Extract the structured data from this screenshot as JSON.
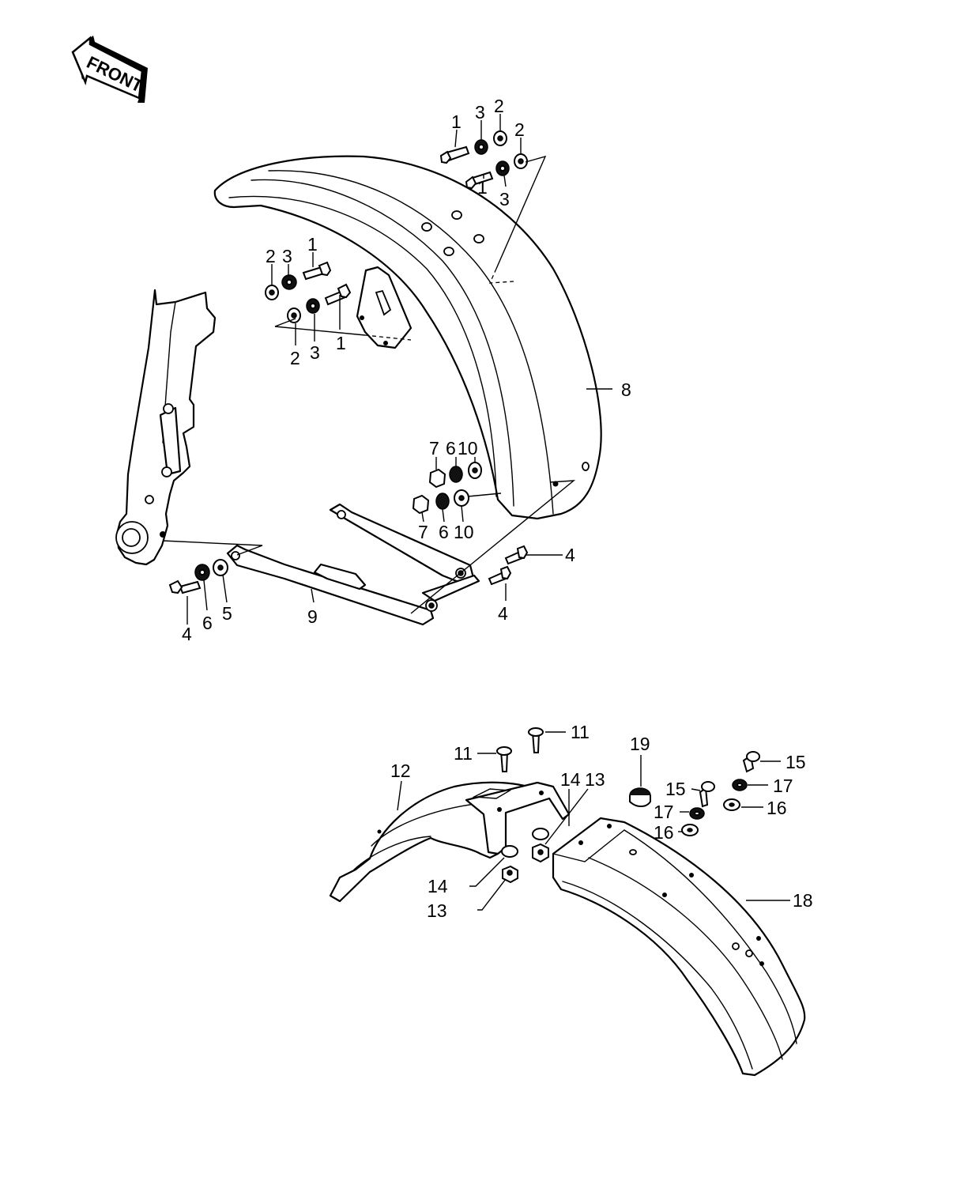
{
  "front_label": "FRONT",
  "callouts": [
    {
      "label": "1"
    },
    {
      "label": "3"
    },
    {
      "label": "2"
    },
    {
      "label": "2"
    },
    {
      "label": "1"
    },
    {
      "label": "3"
    },
    {
      "label": "2"
    },
    {
      "label": "3"
    },
    {
      "label": "1"
    },
    {
      "label": "2"
    },
    {
      "label": "3"
    },
    {
      "label": "1"
    },
    {
      "label": "8"
    },
    {
      "label": "7"
    },
    {
      "label": "6"
    },
    {
      "label": "10"
    },
    {
      "label": "7"
    },
    {
      "label": "6"
    },
    {
      "label": "10"
    },
    {
      "label": "4"
    },
    {
      "label": "4"
    },
    {
      "label": "4"
    },
    {
      "label": "6"
    },
    {
      "label": "5"
    },
    {
      "label": "9"
    },
    {
      "label": "11"
    },
    {
      "label": "11"
    },
    {
      "label": "12"
    },
    {
      "label": "14"
    },
    {
      "label": "13"
    },
    {
      "label": "14"
    },
    {
      "label": "13"
    },
    {
      "label": "19"
    },
    {
      "label": "15"
    },
    {
      "label": "17"
    },
    {
      "label": "15"
    },
    {
      "label": "17"
    },
    {
      "label": "16"
    },
    {
      "label": "16"
    },
    {
      "label": "18"
    }
  ]
}
